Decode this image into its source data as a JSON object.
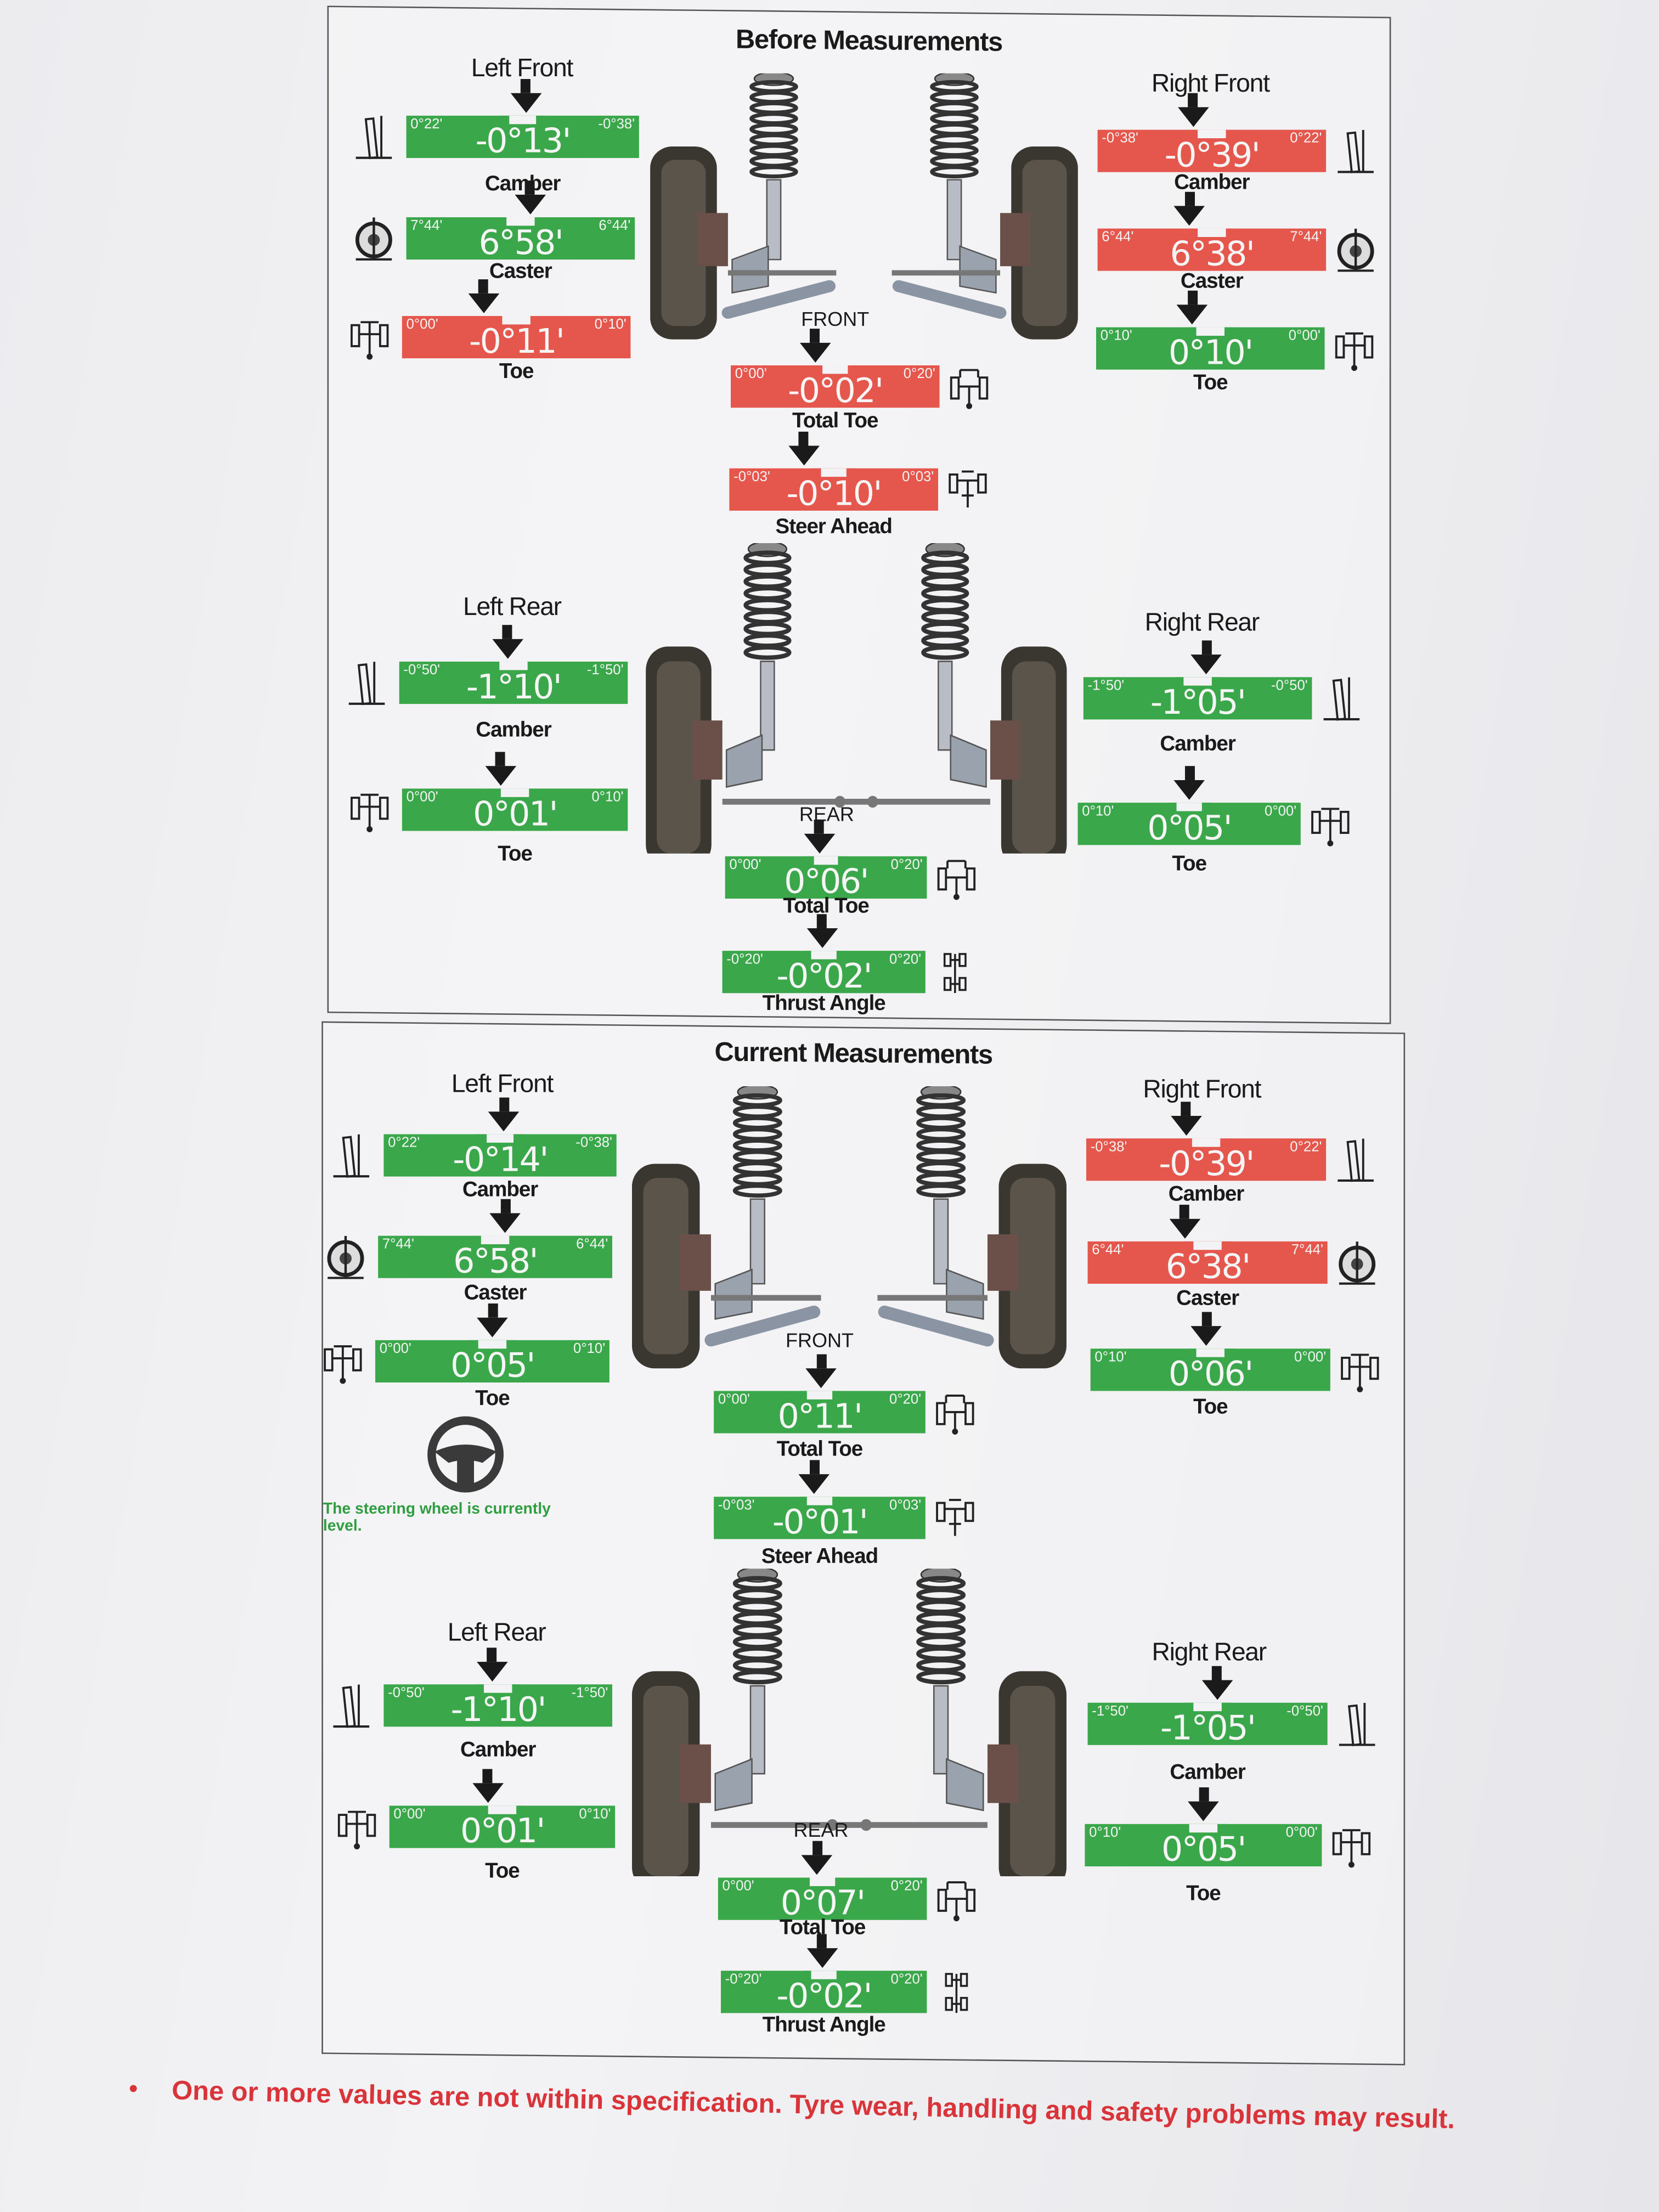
{
  "colors": {
    "in_spec": "#3aa84a",
    "out_of_spec": "#e5564d",
    "text": "#1a1a1a",
    "warning": "#d8343a"
  },
  "before": {
    "title": "Before Measurements",
    "headings": {
      "left_front": "Left Front",
      "right_front": "Right Front",
      "left_rear": "Left Rear",
      "right_rear": "Right Rear",
      "front": "FRONT",
      "rear": "REAR"
    },
    "gauges": [
      {
        "id": "lf_camber",
        "label": "Camber",
        "left_limit": "0°22'",
        "right_limit": "-0°38'",
        "value": "-0°13'",
        "status": "in",
        "icon": "camber-icon"
      },
      {
        "id": "lf_caster",
        "label": "Caster",
        "left_limit": "7°44'",
        "right_limit": "6°44'",
        "value": "6°58'",
        "status": "in",
        "icon": "caster-icon"
      },
      {
        "id": "lf_toe",
        "label": "Toe",
        "left_limit": "0°00'",
        "right_limit": "0°10'",
        "value": "-0°11'",
        "status": "out",
        "icon": "toe-icon"
      },
      {
        "id": "rf_camber",
        "label": "Camber",
        "left_limit": "-0°38'",
        "right_limit": "0°22'",
        "value": "-0°39'",
        "status": "out",
        "icon": "camber-icon"
      },
      {
        "id": "rf_caster",
        "label": "Caster",
        "left_limit": "6°44'",
        "right_limit": "7°44'",
        "value": "6°38'",
        "status": "out",
        "icon": "caster-icon"
      },
      {
        "id": "rf_toe",
        "label": "Toe",
        "left_limit": "0°10'",
        "right_limit": "0°00'",
        "value": "0°10'",
        "status": "in",
        "icon": "toe-icon"
      },
      {
        "id": "f_total_toe",
        "label": "Total Toe",
        "left_limit": "0°00'",
        "right_limit": "0°20'",
        "value": "-0°02'",
        "status": "out",
        "icon": "total-toe-icon"
      },
      {
        "id": "steer_ahead",
        "label": "Steer Ahead",
        "left_limit": "-0°03'",
        "right_limit": "0°03'",
        "value": "-0°10'",
        "status": "out",
        "icon": "steer-ahead-icon"
      },
      {
        "id": "lr_camber",
        "label": "Camber",
        "left_limit": "-0°50'",
        "right_limit": "-1°50'",
        "value": "-1°10'",
        "status": "in",
        "icon": "camber-icon"
      },
      {
        "id": "lr_toe",
        "label": "Toe",
        "left_limit": "0°00'",
        "right_limit": "0°10'",
        "value": "0°01'",
        "status": "in",
        "icon": "toe-icon"
      },
      {
        "id": "rr_camber",
        "label": "Camber",
        "left_limit": "-1°50'",
        "right_limit": "-0°50'",
        "value": "-1°05'",
        "status": "in",
        "icon": "camber-icon"
      },
      {
        "id": "rr_toe",
        "label": "Toe",
        "left_limit": "0°10'",
        "right_limit": "0°00'",
        "value": "0°05'",
        "status": "in",
        "icon": "toe-icon"
      },
      {
        "id": "r_total_toe",
        "label": "Total Toe",
        "left_limit": "0°00'",
        "right_limit": "0°20'",
        "value": "0°06'",
        "status": "in",
        "icon": "total-toe-icon"
      },
      {
        "id": "thrust",
        "label": "Thrust Angle",
        "left_limit": "-0°20'",
        "right_limit": "0°20'",
        "value": "-0°02'",
        "status": "in",
        "icon": "thrust-angle-icon"
      }
    ]
  },
  "current": {
    "title": "Current Measurements",
    "headings": {
      "left_front": "Left Front",
      "right_front": "Right Front",
      "left_rear": "Left Rear",
      "right_rear": "Right Rear",
      "front": "FRONT",
      "rear": "REAR"
    },
    "steering_note": "The steering wheel is currently level.",
    "gauges": [
      {
        "id": "lf_camber",
        "label": "Camber",
        "left_limit": "0°22'",
        "right_limit": "-0°38'",
        "value": "-0°14'",
        "status": "in",
        "icon": "camber-icon"
      },
      {
        "id": "lf_caster",
        "label": "Caster",
        "left_limit": "7°44'",
        "right_limit": "6°44'",
        "value": "6°58'",
        "status": "in",
        "icon": "caster-icon"
      },
      {
        "id": "lf_toe",
        "label": "Toe",
        "left_limit": "0°00'",
        "right_limit": "0°10'",
        "value": "0°05'",
        "status": "in",
        "icon": "toe-icon"
      },
      {
        "id": "rf_camber",
        "label": "Camber",
        "left_limit": "-0°38'",
        "right_limit": "0°22'",
        "value": "-0°39'",
        "status": "out",
        "icon": "camber-icon"
      },
      {
        "id": "rf_caster",
        "label": "Caster",
        "left_limit": "6°44'",
        "right_limit": "7°44'",
        "value": "6°38'",
        "status": "out",
        "icon": "caster-icon"
      },
      {
        "id": "rf_toe",
        "label": "Toe",
        "left_limit": "0°10'",
        "right_limit": "0°00'",
        "value": "0°06'",
        "status": "in",
        "icon": "toe-icon"
      },
      {
        "id": "f_total_toe",
        "label": "Total Toe",
        "left_limit": "0°00'",
        "right_limit": "0°20'",
        "value": "0°11'",
        "status": "in",
        "icon": "total-toe-icon"
      },
      {
        "id": "steer_ahead",
        "label": "Steer Ahead",
        "left_limit": "-0°03'",
        "right_limit": "0°03'",
        "value": "-0°01'",
        "status": "in",
        "icon": "steer-ahead-icon"
      },
      {
        "id": "lr_camber",
        "label": "Camber",
        "left_limit": "-0°50'",
        "right_limit": "-1°50'",
        "value": "-1°10'",
        "status": "in",
        "icon": "camber-icon"
      },
      {
        "id": "lr_toe",
        "label": "Toe",
        "left_limit": "0°00'",
        "right_limit": "0°10'",
        "value": "0°01'",
        "status": "in",
        "icon": "toe-icon"
      },
      {
        "id": "rr_camber",
        "label": "Camber",
        "left_limit": "-1°50'",
        "right_limit": "-0°50'",
        "value": "-1°05'",
        "status": "in",
        "icon": "camber-icon"
      },
      {
        "id": "rr_toe",
        "label": "Toe",
        "left_limit": "0°10'",
        "right_limit": "0°00'",
        "value": "0°05'",
        "status": "in",
        "icon": "toe-icon"
      },
      {
        "id": "r_total_toe",
        "label": "Total Toe",
        "left_limit": "0°00'",
        "right_limit": "0°20'",
        "value": "0°07'",
        "status": "in",
        "icon": "total-toe-icon"
      },
      {
        "id": "thrust",
        "label": "Thrust Angle",
        "left_limit": "-0°20'",
        "right_limit": "0°20'",
        "value": "-0°02'",
        "status": "in",
        "icon": "thrust-angle-icon"
      }
    ]
  },
  "footer": {
    "warning": "One or more values are not within specification.  Tyre wear, handling and safety problems may result."
  }
}
